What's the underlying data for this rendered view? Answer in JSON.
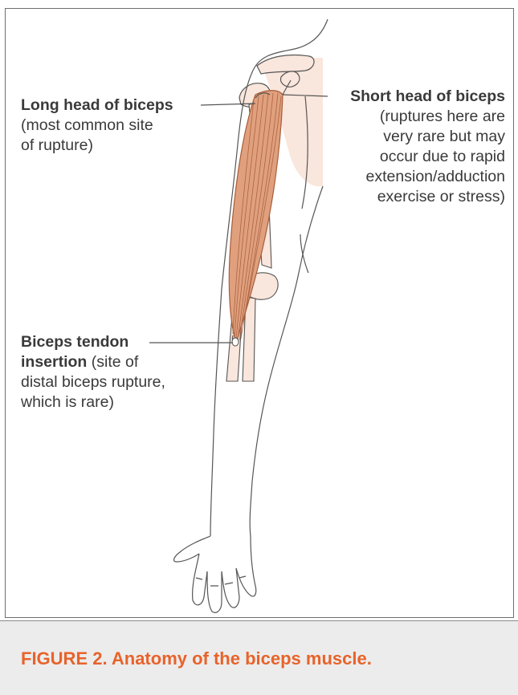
{
  "labels": {
    "long_head": {
      "title": "Long head of biceps",
      "lines": [
        "(most common site",
        "of rupture)"
      ]
    },
    "short_head": {
      "title": "Short head of biceps",
      "lines": [
        "(ruptures here are",
        "very rare but may",
        "occur due to rapid",
        "extension/adduction",
        "exercise or stress)"
      ]
    },
    "tendon": {
      "title_line1": "Biceps tendon",
      "title_line2": "insertion",
      "line2_rest": " (site of",
      "lines": [
        "distal biceps rupture,",
        "which is rare)"
      ]
    }
  },
  "caption": "FIGURE 2. Anatomy of the biceps muscle.",
  "colors": {
    "caption": "#e8632b",
    "bone_fill": "#f9e6dc",
    "muscle_fill": "#e0a07e",
    "muscle_line": "#a75d3a",
    "outline": "#555555",
    "leader": "#555555"
  }
}
